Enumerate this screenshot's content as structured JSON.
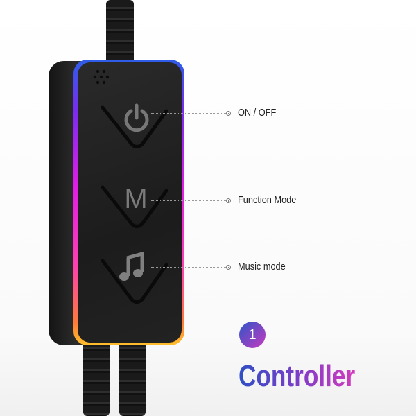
{
  "callouts": [
    {
      "label": "ON / OFF",
      "icon": "power-icon"
    },
    {
      "label": "Function Mode",
      "icon": "m-letter",
      "glyph": "M"
    },
    {
      "label": "Music mode",
      "icon": "music-note-icon"
    }
  ],
  "badge": {
    "number": "1"
  },
  "title": "Controller",
  "colors": {
    "gradient_start": "#2f4fc4",
    "gradient_end": "#d23bbf",
    "body": "#1e1e1e"
  }
}
